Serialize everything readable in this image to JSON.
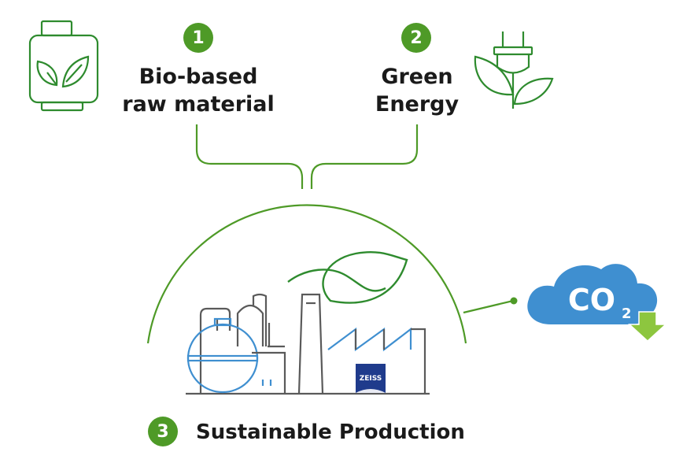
{
  "steps": [
    {
      "number": "1",
      "line1": "Bio-based",
      "line2": "raw material"
    },
    {
      "number": "2",
      "line1": "Green",
      "line2": "Energy"
    },
    {
      "number": "3",
      "label": "Sustainable Production"
    }
  ],
  "co2": {
    "main": "CO",
    "sub": "2"
  },
  "logo": {
    "text": "ZEISS"
  },
  "icons": {
    "gas_cylinder": "gas-cylinder-leaf-icon",
    "plug": "plug-plant-icon",
    "cloud": "co2-cloud-down-arrow-icon",
    "leaf": "leaf-icon",
    "factory": "factory-icon"
  },
  "colors": {
    "green": "#4e9a27",
    "dark_green": "#2e8b2e",
    "blue": "#3f8fd0",
    "gray": "#5a5a5a",
    "arrow": "#8dc63f",
    "zeiss": "#1f3b8c"
  }
}
